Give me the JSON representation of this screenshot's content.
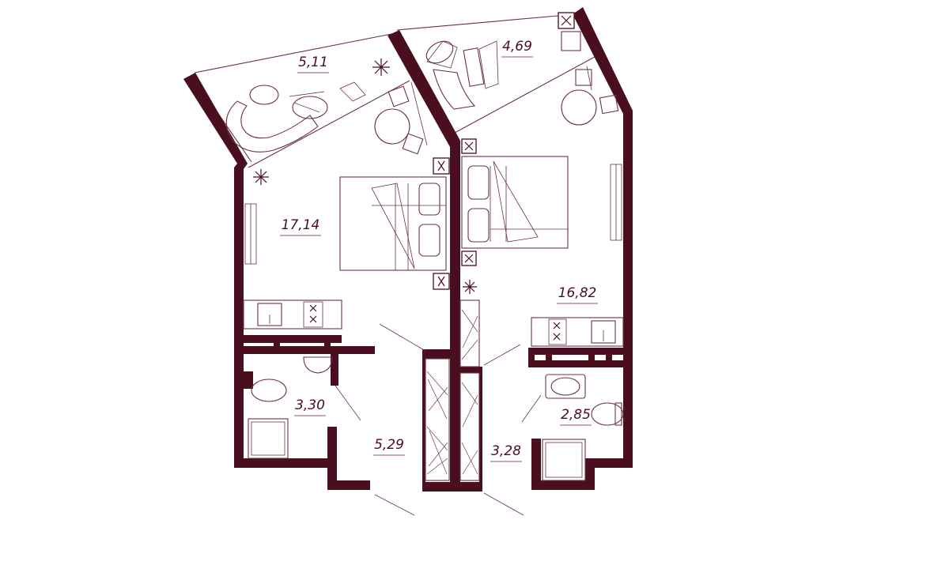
{
  "plan": {
    "brand_color": "#4a0f1e",
    "rooms": [
      {
        "id": "balcony-left",
        "area": "5,11"
      },
      {
        "id": "balcony-right",
        "area": "4,69"
      },
      {
        "id": "room-left",
        "area": "17,14"
      },
      {
        "id": "room-right",
        "area": "16,82"
      },
      {
        "id": "bathroom-left",
        "area": "3,30"
      },
      {
        "id": "hall-left",
        "area": "5,29"
      },
      {
        "id": "hall-right",
        "area": "3,28"
      },
      {
        "id": "bathroom-right",
        "area": "2,85"
      }
    ]
  }
}
